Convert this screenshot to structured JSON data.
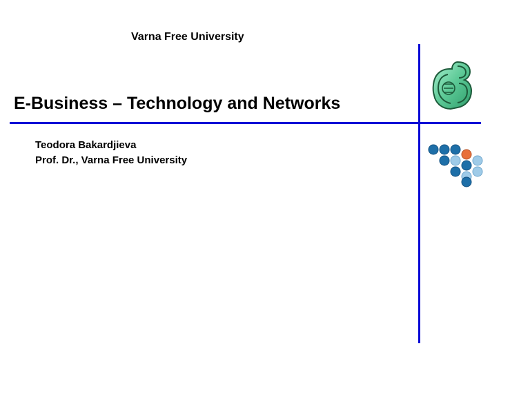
{
  "slide": {
    "university": "Varna Free University",
    "title": "E-Business – Technology and Networks",
    "author_name": "Teodora Bakardjieva",
    "author_title": "Prof. Dr., Varna Free University"
  },
  "icons": {
    "logo": "university-emblem-icon",
    "decoration": "dot-cluster-icon"
  },
  "colors": {
    "rule": "#0a0ad6",
    "logo_green": "#6ccfa0",
    "dot_dark": "#1e6fa8",
    "dot_light": "#9fcbe8",
    "dot_accent": "#e8703a"
  }
}
